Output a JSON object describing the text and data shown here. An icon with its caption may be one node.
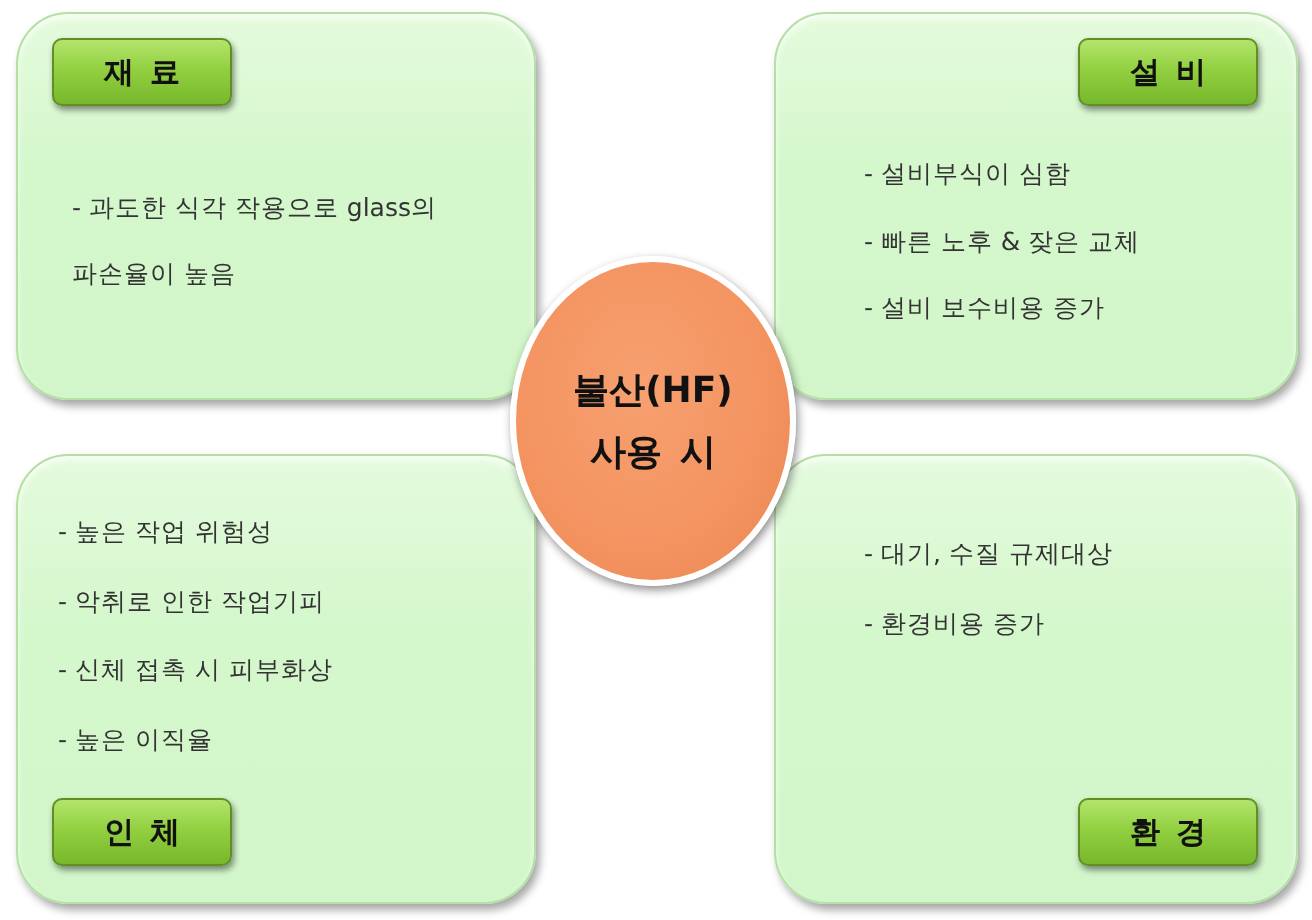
{
  "diagram": {
    "nodes": [
      {
        "text": [
          "- 과도한 식각 작용으로 glass의 파손율이 높음"
        ]
      },
      {
        "text": [
          "재 료"
        ],
        "in": 0
      },
      {
        "text": [
          "- 설비부식이 심함",
          "- 빠른 노후 & 잦은 교체",
          "- 설비 보수비용 증가"
        ]
      },
      {
        "text": [
          "설 비"
        ],
        "in": 2
      },
      {
        "text": [
          "불산(HF) 사용 시"
        ]
      },
      {
        "text": [
          "- 높은 작업 위험성",
          "- 악취로 인한 작업기피",
          "- 신체 접촉 시 피부화상",
          "- 높은 이직율"
        ]
      },
      {
        "text": [
          "인 체"
        ],
        "in": 5
      },
      {
        "text": [
          "- 대기, 수질 규제대상",
          "- 환경비용 증가"
        ]
      },
      {
        "text": [
          "환 경"
        ],
        "in": 7
      }
    ]
  }
}
